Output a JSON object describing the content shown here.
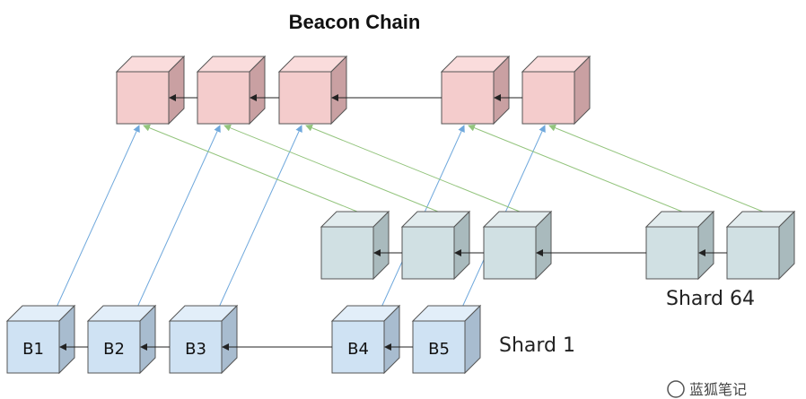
{
  "title": "Beacon Chain",
  "shard_1_label": "Shard 1",
  "shard_64_label": "Shard 64",
  "blocks": [
    "B1",
    "B2",
    "B3",
    "B4",
    "B5"
  ],
  "watermark": "蓝狐笔记",
  "colors": {
    "beacon_front": "#f4cccc",
    "beacon_top": "#fadcdc",
    "beacon_side": "#c9a0a2",
    "shard64_front": "#d0e0e3",
    "shard64_top": "#e2ecee",
    "shard64_side": "#a9babd",
    "shard1_front": "#cfe2f3",
    "shard1_top": "#e2eef9",
    "shard1_side": "#a8bccf",
    "outline": "#555555",
    "chain_arrow": "#222222",
    "shard1_link": "#6fa8dc",
    "shard64_link": "#93c47d"
  }
}
